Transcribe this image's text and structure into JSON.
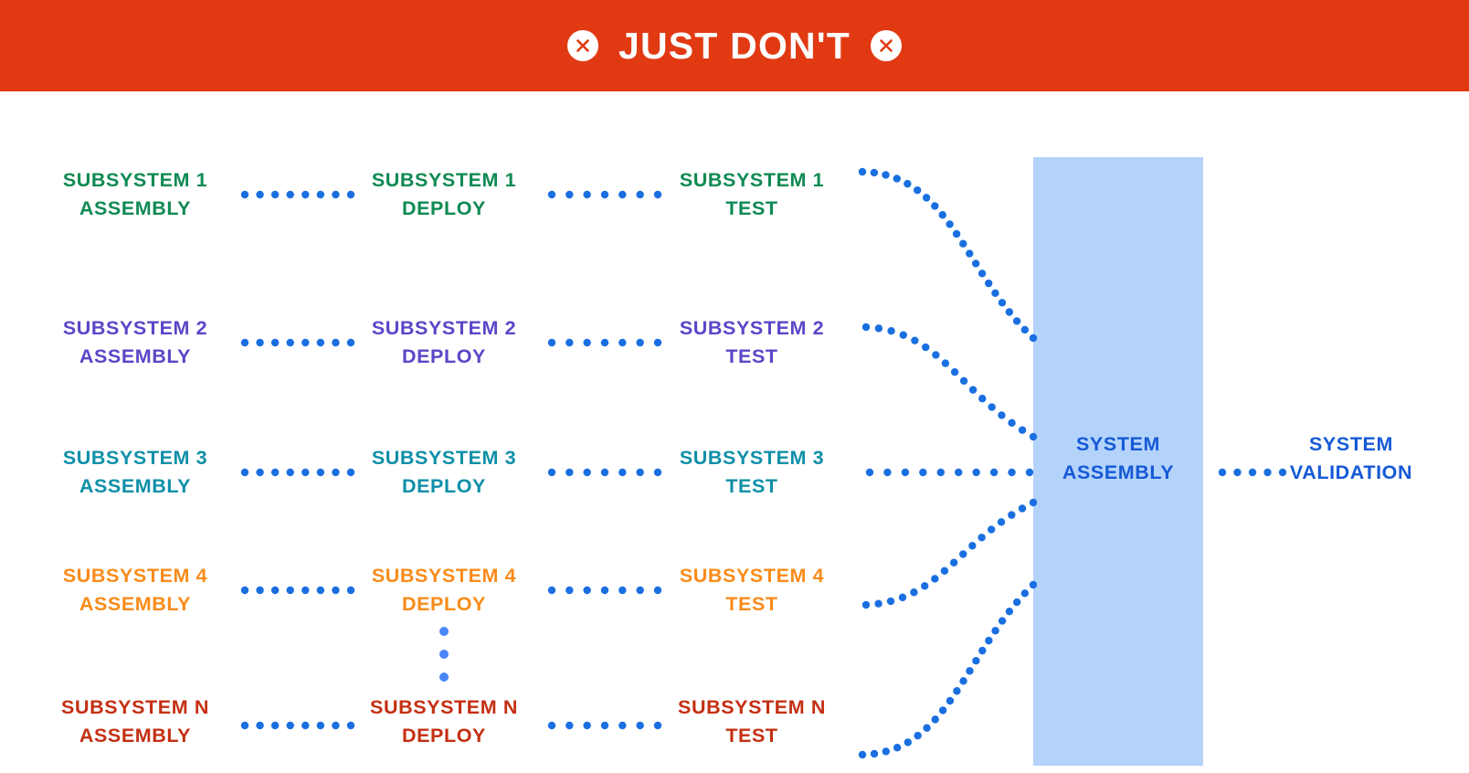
{
  "banner": {
    "title": "JUST DON'T",
    "background_color": "#e13a13",
    "text_color": "#ffffff",
    "left_icon": "x-circle-icon",
    "right_icon": "x-circle-icon"
  },
  "diagram": {
    "connector_color": "#1a6fe0",
    "assembly_block_color": "#b4d3fb",
    "columns": [
      "ASSEMBLY",
      "DEPLOY",
      "TEST"
    ],
    "rows": [
      {
        "id": "subsystem-1",
        "color": "#0f8a52",
        "assembly": "SUBSYSTEM 1\nASSEMBLY",
        "deploy": "SUBSYSTEM 1\nDEPLOY",
        "test": "SUBSYSTEM 1\nTEST"
      },
      {
        "id": "subsystem-2",
        "color": "#5a46c8",
        "assembly": "SUBSYSTEM 2\nASSEMBLY",
        "deploy": "SUBSYSTEM 2\nDEPLOY",
        "test": "SUBSYSTEM 2\nTEST"
      },
      {
        "id": "subsystem-3",
        "color": "#0f8fa8",
        "assembly": "SUBSYSTEM 3\nASSEMBLY",
        "deploy": "SUBSYSTEM 3\nDEPLOY",
        "test": "SUBSYSTEM 3\nTEST"
      },
      {
        "id": "subsystem-4",
        "color": "#f98b19",
        "assembly": "SUBSYSTEM 4\nASSEMBLY",
        "deploy": "SUBSYSTEM 4\nDEPLOY",
        "test": "SUBSYSTEM 4\nTEST"
      },
      {
        "id": "subsystem-n",
        "color": "#c42f12",
        "assembly": "SUBSYSTEM N\nASSEMBLY",
        "deploy": "SUBSYSTEM N\nDEPLOY",
        "test": "SUBSYSTEM N\nTEST"
      }
    ],
    "ellipsis": {
      "label": "vertical-ellipsis",
      "dot_count": 3,
      "color": "#4a86f7"
    },
    "system_assembly": "SYSTEM\nASSEMBLY",
    "system_validation": "SYSTEM\nVALIDATION"
  }
}
